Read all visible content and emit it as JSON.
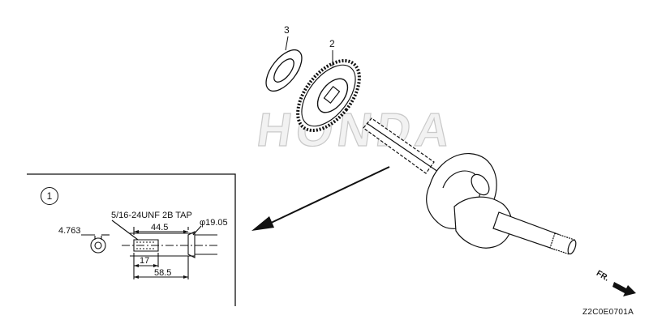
{
  "callouts": {
    "part3": "3",
    "part2": "2",
    "detail": "1"
  },
  "watermark": "HONDA",
  "detail": {
    "thread_spec": "5/16-24UNF 2B TAP",
    "diameter": "φ19.05",
    "dim_hole": "4.763",
    "dim_depth": "44.5",
    "dim_tap": "17",
    "dim_total": "58.5"
  },
  "direction_label": "FR.",
  "drawing_code": "Z2C0E0701A"
}
